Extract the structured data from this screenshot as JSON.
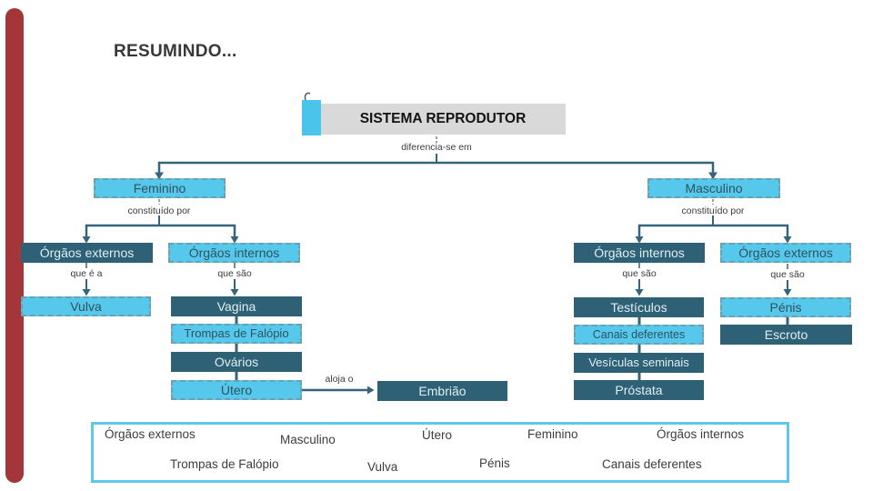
{
  "slide": {
    "title": "RESUMINDO...",
    "colors": {
      "accent_bar": "#a33639",
      "node_cyan": "#55c8ec",
      "node_dark_teal": "#2e6175",
      "root_background": "#d9d9d9",
      "root_accent": "#4ac4ea",
      "connector_line": "#35657a",
      "summary_border": "#5bc8ec"
    }
  },
  "diagram": {
    "root": "SISTEMA REPRODUTOR",
    "connectors": {
      "diferencia": "diferencia-se em",
      "constituido_fem": "constituído por",
      "constituido_masc": "constituído por",
      "que_e_a": "que é a",
      "que_sao_fem": "que são",
      "que_sao_masc_int": "que são",
      "que_sao_masc_ext": "que são",
      "aloja_o": "aloja o"
    },
    "nodes": {
      "feminino": "Feminino",
      "masculino": "Masculino",
      "fem_orgaos_externos": "Órgãos externos",
      "fem_orgaos_internos": "Órgãos internos",
      "masc_orgaos_internos": "Órgãos internos",
      "masc_orgaos_externos": "Órgãos externos",
      "vulva": "Vulva",
      "vagina": "Vagina",
      "trompas": "Trompas de Falópio",
      "ovarios": "Ovários",
      "utero": "Útero",
      "embriao": "Embrião",
      "testiculos": "Testículos",
      "canais_deferentes": "Canais deferentes",
      "vesiculas_seminais": "Vesículas seminais",
      "prostata": "Próstata",
      "penis": "Pénis",
      "escroto": "Escroto"
    }
  },
  "word_bank": {
    "row1": [
      "Órgãos externos",
      "Masculino",
      "Útero",
      "Feminino",
      "Órgãos internos"
    ],
    "row2": [
      "Trompas de Falópio",
      "Vulva",
      "Pénis",
      "Canais deferentes"
    ]
  }
}
